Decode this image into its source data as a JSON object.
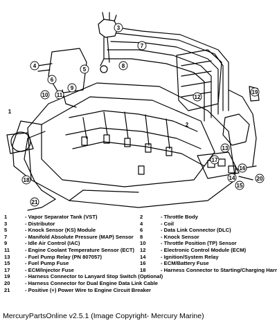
{
  "callouts": [
    "1",
    "2",
    "3",
    "4",
    "5",
    "6",
    "7",
    "8",
    "9",
    "10",
    "11",
    "12",
    "13",
    "14",
    "15",
    "16",
    "17",
    "18",
    "19",
    "20",
    "21"
  ],
  "legend": {
    "pairs": [
      {
        "left_num": "1",
        "left_text": "- Vapor Separator Tank (VST)",
        "right_num": "2",
        "right_text": "- Throttle Body"
      },
      {
        "left_num": "3",
        "left_text": "- Distributor",
        "right_num": "4",
        "right_text": "- Coil"
      },
      {
        "left_num": "5",
        "left_text": "- Knock Sensor (KS) Module",
        "right_num": "6",
        "right_text": "- Data Link Connector (DLC)"
      },
      {
        "left_num": "7",
        "left_text": "- Manifold Absolute Pressure (MAP) Sensor",
        "right_num": "8",
        "right_text": "- Knock Sensor"
      },
      {
        "left_num": "9",
        "left_text": "- Idle Air Control (IAC)",
        "right_num": "10",
        "right_text": "- Throttle Position (TP) Sensor"
      },
      {
        "left_num": "11",
        "left_text": "- Engine Coolant Temperature Sensor (ECT)",
        "right_num": "12",
        "right_text": "- Electronic Control Module (ECM)"
      },
      {
        "left_num": "13",
        "left_text": "- Fuel Pump Relay (PN 807057)",
        "right_num": "14",
        "right_text": "- Ignition/System Relay"
      },
      {
        "left_num": "15",
        "left_text": "- Fuel Pump Fuse",
        "right_num": "16",
        "right_text": "- ECM/Battery Fuse"
      },
      {
        "left_num": "17",
        "left_text": "- ECM/Injector Fuse",
        "right_num": "18",
        "right_text": "- Harness Connector to Starting/Charging Harness"
      }
    ],
    "singles": [
      {
        "num": "19",
        "text": "- Harness Connector to Lanyard Stop Switch (Optional)"
      },
      {
        "num": "20",
        "text": "- Harness Connector for Dual Engine Data Link Cable"
      },
      {
        "num": "21",
        "text": "- Positive (+) Power Wire to Engine Circuit Breaker"
      }
    ]
  },
  "copyright": "MercuryPartsOnline v2.5.1 (Image Copyright- Mercury Marine)"
}
